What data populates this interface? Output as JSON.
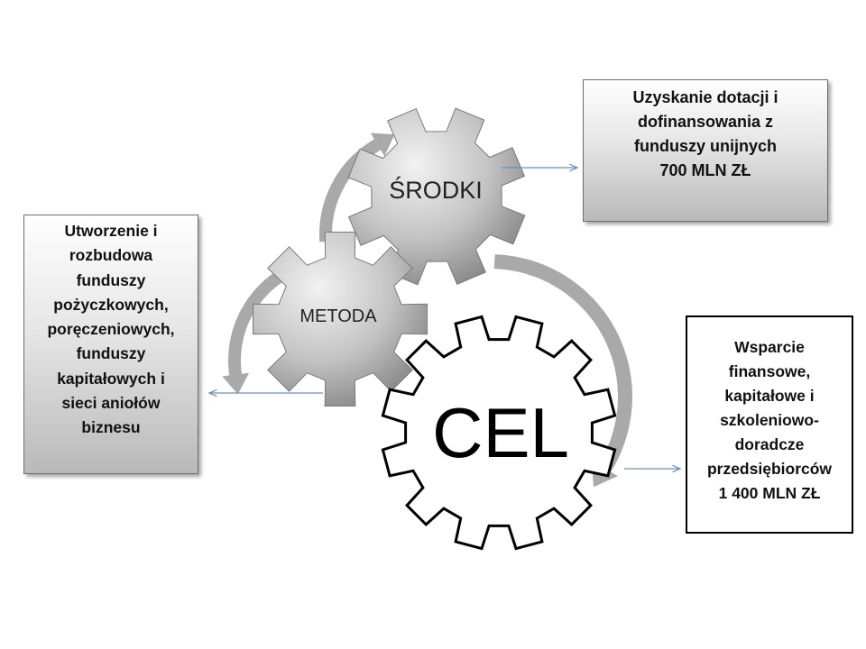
{
  "gears": {
    "srodki": "ŚRODKI",
    "metoda": "METODA",
    "cel": "CEL"
  },
  "boxes": {
    "srodki": {
      "lines": [
        "Uzyskanie dotacji i",
        "dofinansowania z",
        "funduszy unijnych",
        "700 MLN ZŁ"
      ]
    },
    "metoda": {
      "lines": [
        "Utworzenie i",
        "rozbudowa",
        "funduszy",
        "pożyczkowych,",
        "poręczeniowych,",
        "funduszy",
        "kapitałowych  i",
        "sieci aniołów",
        "biznesu"
      ]
    },
    "cel": {
      "lines": [
        "Wsparcie",
        "finansowe,",
        "kapitałowe i",
        "szkoleniowo-",
        "doradcze",
        "przedsiębiorców",
        "1 400 MLN ZŁ"
      ]
    }
  },
  "colors": {
    "gear_gray_light": "#e4e4e4",
    "gear_gray_dark": "#8a8a8a",
    "cycle_arrow": "#a9a9a9",
    "connector": "#6a8fc0",
    "cel_gear_fill": "#ffffff",
    "cel_gear_stroke": "#000000"
  }
}
